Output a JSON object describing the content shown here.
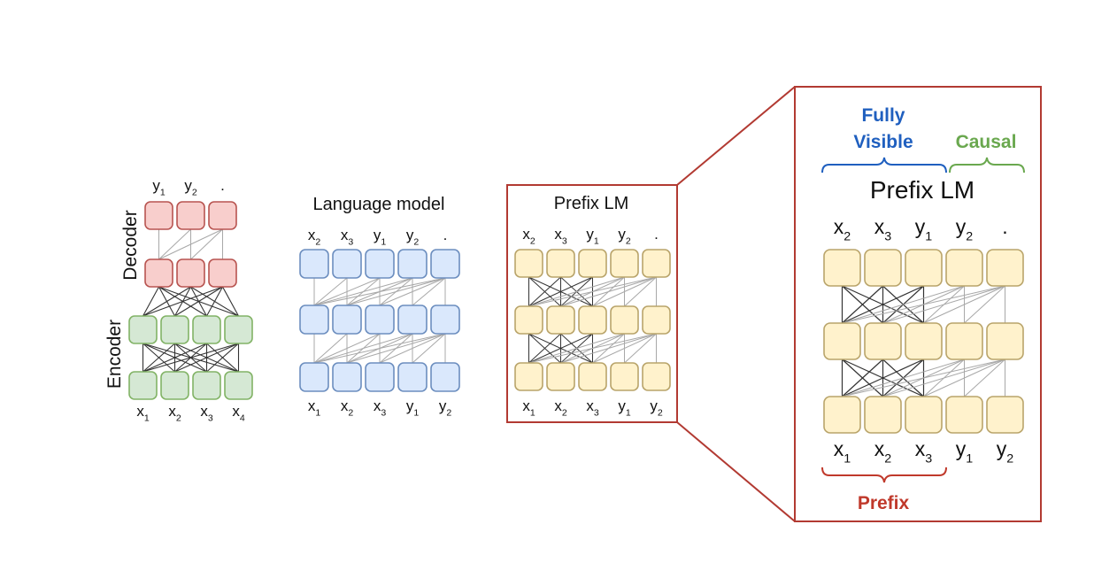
{
  "colors": {
    "encoder_fill": "#d5e8d4",
    "encoder_stroke": "#82b366",
    "decoder_fill": "#f8cecc",
    "decoder_stroke": "#b85450",
    "lm_fill": "#dae8fc",
    "lm_stroke": "#6c8ebf",
    "prefix_fill": "#fff2cc",
    "prefix_stroke": "#b9a46a",
    "frame_red": "#b23a32",
    "visible_blue": "#1f5fbf",
    "causal_green": "#6aa84f",
    "prefix_red": "#c0392b",
    "edge_gray": "#a8a8a8",
    "edge_dark": "#333333"
  },
  "encdec": {
    "title_encoder": "Encoder",
    "title_decoder": "Decoder",
    "outputs": [
      {
        "base": "y",
        "sub": "1"
      },
      {
        "base": "y",
        "sub": "2"
      },
      {
        "base": ".",
        "sub": ""
      }
    ],
    "inputs": [
      {
        "base": "x",
        "sub": "1"
      },
      {
        "base": "x",
        "sub": "2"
      },
      {
        "base": "x",
        "sub": "3"
      },
      {
        "base": "x",
        "sub": "4"
      }
    ]
  },
  "lm": {
    "title": "Language model",
    "outputs": [
      {
        "base": "x",
        "sub": "2"
      },
      {
        "base": "x",
        "sub": "3"
      },
      {
        "base": "y",
        "sub": "1"
      },
      {
        "base": "y",
        "sub": "2"
      },
      {
        "base": ".",
        "sub": ""
      }
    ],
    "inputs": [
      {
        "base": "x",
        "sub": "1"
      },
      {
        "base": "x",
        "sub": "2"
      },
      {
        "base": "x",
        "sub": "3"
      },
      {
        "base": "y",
        "sub": "1"
      },
      {
        "base": "y",
        "sub": "2"
      }
    ]
  },
  "prefix_small": {
    "title": "Prefix LM",
    "outputs": [
      {
        "base": "x",
        "sub": "2"
      },
      {
        "base": "x",
        "sub": "3"
      },
      {
        "base": "y",
        "sub": "1"
      },
      {
        "base": "y",
        "sub": "2"
      },
      {
        "base": ".",
        "sub": ""
      }
    ],
    "inputs": [
      {
        "base": "x",
        "sub": "1"
      },
      {
        "base": "x",
        "sub": "2"
      },
      {
        "base": "x",
        "sub": "3"
      },
      {
        "base": "y",
        "sub": "1"
      },
      {
        "base": "y",
        "sub": "2"
      }
    ]
  },
  "prefix_large": {
    "title": "Prefix LM",
    "fully_visible_line1": "Fully",
    "fully_visible_line2": "Visible",
    "causal": "Causal",
    "prefix": "Prefix",
    "outputs": [
      {
        "base": "x",
        "sub": "2"
      },
      {
        "base": "x",
        "sub": "3"
      },
      {
        "base": "y",
        "sub": "1"
      },
      {
        "base": "y",
        "sub": "2"
      },
      {
        "base": ".",
        "sub": ""
      }
    ],
    "inputs": [
      {
        "base": "x",
        "sub": "1"
      },
      {
        "base": "x",
        "sub": "2"
      },
      {
        "base": "x",
        "sub": "3"
      },
      {
        "base": "y",
        "sub": "1"
      },
      {
        "base": "y",
        "sub": "2"
      }
    ]
  }
}
